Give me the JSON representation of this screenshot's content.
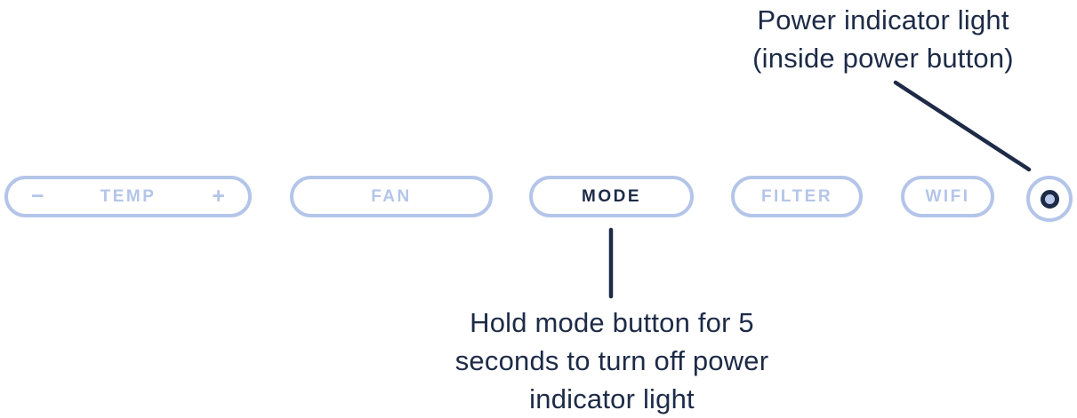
{
  "panel": {
    "buttons": [
      {
        "id": "temp",
        "label": "TEMP",
        "minus_sign": "−",
        "plus_sign": "+",
        "state": "inactive"
      },
      {
        "id": "fan",
        "label": "FAN",
        "state": "inactive"
      },
      {
        "id": "mode",
        "label": "MODE",
        "state": "active"
      },
      {
        "id": "filter",
        "label": "FILTER",
        "state": "inactive"
      },
      {
        "id": "wifi",
        "label": "WIFI",
        "state": "inactive"
      }
    ],
    "power_button": {
      "description": "power-button-with-indicator-light",
      "indicator_state": "on"
    }
  },
  "annotations": {
    "power_note": {
      "line1": "Power indicator light",
      "line2": "(inside power button)"
    },
    "mode_note": {
      "line1": "Hold mode button for 5",
      "line2": "seconds to turn off power",
      "line3": "indicator light"
    }
  },
  "colors": {
    "light_blue": "#b4c5e9",
    "dark_navy": "#1d2b47",
    "indicator_fill": "#b9c9ec",
    "background": "#ffffff"
  }
}
